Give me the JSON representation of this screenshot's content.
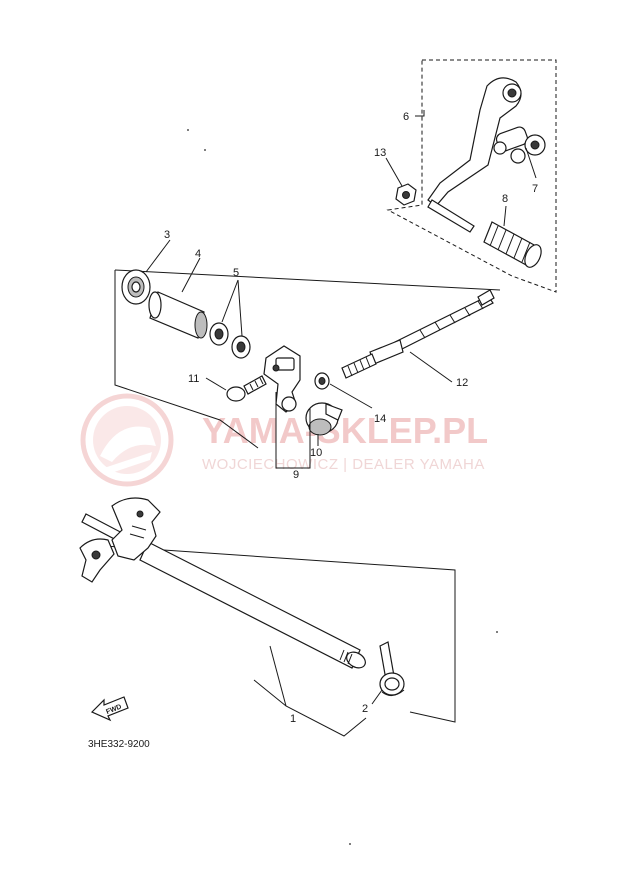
{
  "diagram": {
    "code": "3HE332-9200",
    "fwd_label": "FWD",
    "callouts": [
      "1",
      "2",
      "3",
      "4",
      "5",
      "6",
      "7",
      "8",
      "9",
      "10",
      "11",
      "12",
      "13",
      "14"
    ]
  },
  "watermark": {
    "title": "YAMA-SKLEP.PL",
    "subtitle": "WOJCIECHOWICZ | DEALER YAMAHA",
    "color": "#f2c9c9"
  }
}
